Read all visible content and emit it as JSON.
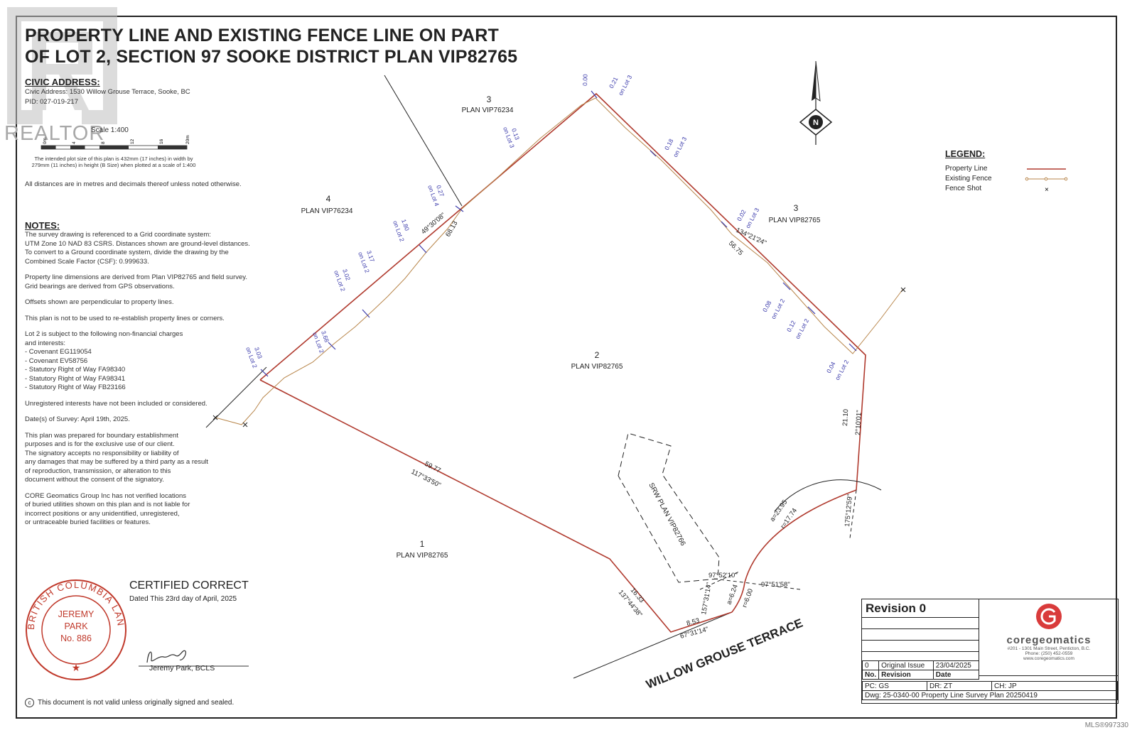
{
  "title": {
    "line1": "PROPERTY LINE AND EXISTING FENCE LINE ON PART",
    "line2": "OF LOT 2, SECTION 97 SOOKE DISTRICT PLAN VIP82765"
  },
  "civic": {
    "heading": "CIVIC ADDRESS:",
    "address": "Civic Address: 1530 Willow Grouse Terrace, Sooke, BC",
    "pid": "PID: 027-019-217"
  },
  "scale": {
    "label": "Scale 1:400",
    "ticks": [
      "0m",
      "4",
      "8",
      "12",
      "16",
      "20m"
    ],
    "note_line1": "The intended plot size of this plan is 432mm (17 inches) in width by",
    "note_line2": "279mm (11 inches) in height (B Size) when plotted at a scale of 1:400"
  },
  "distances_note": "All distances are in metres and decimals thereof unless noted otherwise.",
  "notes": {
    "heading": "NOTES:",
    "paragraphs": [
      "The survey drawing is referenced to a Grid coordinate system:\nUTM Zone 10 NAD 83 CSRS. Distances shown are ground-level distances.\nTo convert to a Ground coordinate system, divide the drawing by the\nCombined Scale Factor (CSF): 0.999633.",
      "Property line dimensions are derived from Plan VIP82765 and field survey.\nGrid bearings are derived from GPS observations.",
      "Offsets shown are perpendicular to property lines.",
      "This plan is not to be used to re-establish property lines or corners.",
      "Lot 2 is subject to the following non-financial charges\nand interests:\n- Covenant EG119054\n- Covenant EV58756\n- Statutory Right of Way FA98340\n- Statutory Right of Way FA98341\n- Statutory Right of Way FB23166",
      "Unregistered interests have not been included or considered.",
      "Date(s) of Survey: April 19th, 2025.",
      "This plan was prepared for boundary establishment\npurposes and is for the exclusive use of our client.\nThe signatory accepts no responsibility or liability of\nany damages that may be suffered by a third party as a result\nof reproduction, transmission, or alteration to this\ndocument without the consent of the signatory.",
      "CORE Geomatics Group Inc has not verified locations\nof buried utilities shown on this plan and is not liable for\nincorrect positions or any unidentified, unregistered,\nor untraceable buried facilities or features."
    ]
  },
  "certification": {
    "heading": "CERTIFIED CORRECT",
    "date": "Dated This 23rd day of April, 2025",
    "seal_outer": "BRITISH COLUMBIA LAND SURVEYOR",
    "seal_name1": "JEREMY",
    "seal_name2": "PARK",
    "seal_number": "No. 886",
    "signature": "Jeremy Park, BCLS",
    "validity": "This document is not valid unless originally signed and sealed."
  },
  "legend": {
    "heading": "LEGEND:",
    "items": [
      {
        "label": "Property Line",
        "color": "#b03a2e"
      },
      {
        "label": "Existing Fence",
        "color": "#b8864b"
      },
      {
        "label": "Fence Shot",
        "color": "#222222"
      }
    ]
  },
  "north_label": "N",
  "lots": {
    "lot3_top": {
      "num": "3",
      "plan": "PLAN VIP76234"
    },
    "lot4": {
      "num": "4",
      "plan": "PLAN VIP76234"
    },
    "lot3_right": {
      "num": "3",
      "plan": "PLAN VIP82765"
    },
    "lot2": {
      "num": "2",
      "plan": "PLAN VIP82765"
    },
    "lot1": {
      "num": "1",
      "plan": "PLAN VIP82765"
    },
    "srw": "SRW PLAN VIP82766"
  },
  "road": "WILLOW GROUSE TERRACE",
  "dimensions": {
    "nw_bearing": "49°30'08\"",
    "nw_dist": "68.13",
    "ne_bearing": "134°21'24\"",
    "ne_dist": "56.75",
    "sw_dist": "59.77",
    "sw_bearing": "117°33'50\"",
    "s_dist": "16.33",
    "s_bearing": "137°44'38\"",
    "road_dist": "8.53",
    "road_bearing": "67°31'14\"",
    "e_dist": "21.10",
    "e_bearing": "2°10'01\"",
    "curve_big_a": "a=23.95",
    "curve_big_r": "r=17.74",
    "curve_small_a": "a=6.24",
    "curve_small_r": "r=6.00",
    "b1": "97°52'10\"",
    "b2": "97°51'58\"",
    "b3": "157°31'14\"",
    "b4": "175°12'59\""
  },
  "offsets": [
    {
      "value": "0.00",
      "note": ""
    },
    {
      "value": "0.21",
      "note": "on Lot 3"
    },
    {
      "value": "0.13",
      "note": "on Lot 3"
    },
    {
      "value": "0.18",
      "note": "on Lot 3"
    },
    {
      "value": "0.27",
      "note": "on Lot 4"
    },
    {
      "value": "1.80",
      "note": "on Lot 2"
    },
    {
      "value": "3.17",
      "note": "on Lot 2"
    },
    {
      "value": "3.02",
      "note": "on Lot 2"
    },
    {
      "value": "3.68",
      "note": "on Lot 2"
    },
    {
      "value": "3.03",
      "note": "on Lot 2"
    },
    {
      "value": "0.02",
      "note": "on Lot 3"
    },
    {
      "value": "0.08",
      "note": "on Lot 2"
    },
    {
      "value": "0.12",
      "note": "on Lot 2"
    },
    {
      "value": "0.04",
      "note": "on Lot 2"
    }
  ],
  "titleblock": {
    "revision": "Revision 0",
    "company": "coregeomatics",
    "address": "#201 - 1301 Main Street, Penticton, B.C.",
    "phone": "Phone: (250) 452-0559",
    "web": "www.coregeomatics.com",
    "rev_no": "0",
    "rev_desc": "Original Issue",
    "rev_date": "23/04/2025",
    "col_no": "No.",
    "col_rev": "Revision",
    "col_date": "Date",
    "pc": "PC: GS",
    "dr": "DR: ZT",
    "ch": "CH: JP",
    "dwg": "Dwg: 25-0340-00 Property Line Survey Plan 20250419"
  },
  "watermark": "REALTOR",
  "mls": "MLS®997330"
}
